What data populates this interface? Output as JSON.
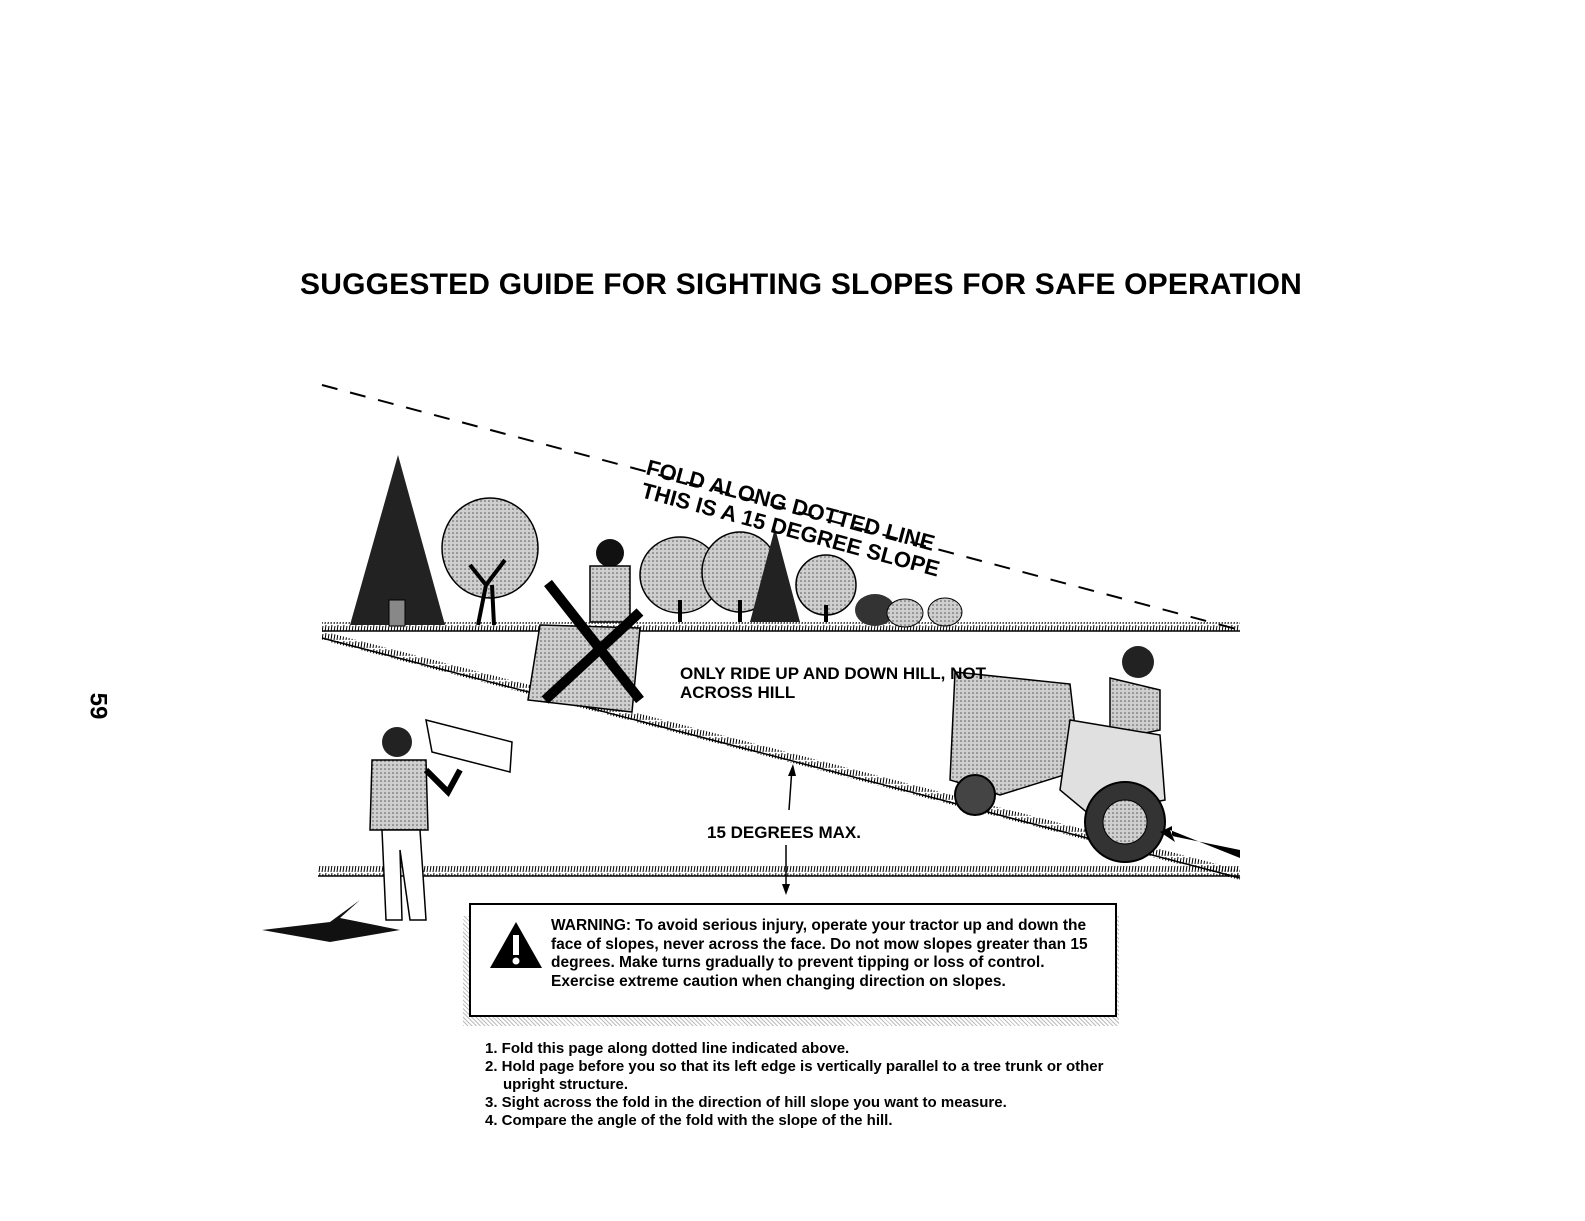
{
  "page": {
    "title": "SUGGESTED GUIDE FOR SIGHTING SLOPES FOR SAFE OPERATION",
    "page_number": "59"
  },
  "diagram": {
    "fold_label": "FOLD ALONG DOTTED LINE",
    "slope_label": "THIS IS A 15 DEGREE SLOPE",
    "ride_caption": "ONLY RIDE UP AND DOWN HILL, NOT ACROSS HILL",
    "degrees_caption": "15 DEGREES MAX."
  },
  "warning": {
    "icon": "warning-triangle-icon",
    "text": "WARNING: To avoid serious injury, operate your tractor up and down the face of slopes, never across the face. Do not mow slopes greater than 15 degrees. Make turns gradually to prevent tipping or loss of control. Exercise extreme caution when changing direction on slopes."
  },
  "instructions": [
    "1. Fold this page along dotted line indicated above.",
    "2. Hold page before you so that its left edge is vertically parallel to a tree trunk or other upright structure.",
    "3. Sight across the fold in the direction of hill slope you want to measure.",
    "4. Compare the angle of the fold with the slope of the hill."
  ]
}
